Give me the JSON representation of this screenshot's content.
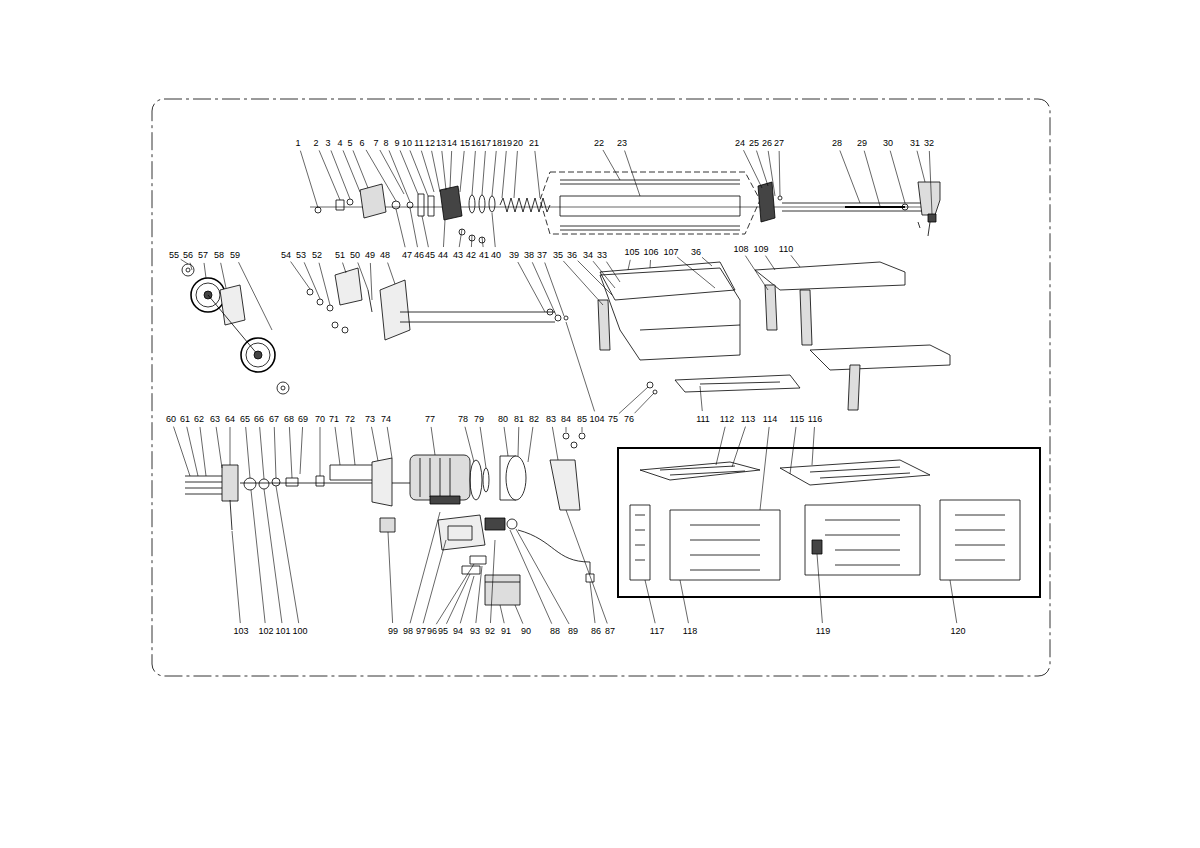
{
  "diagram": {
    "labels": [
      "1",
      "2",
      "3",
      "4",
      "5",
      "6",
      "7",
      "8",
      "9",
      "10",
      "11",
      "12",
      "13",
      "14",
      "15",
      "16",
      "17",
      "18",
      "19",
      "20",
      "21",
      "22",
      "23",
      "24",
      "25",
      "26",
      "27",
      "28",
      "29",
      "30",
      "31",
      "32",
      "47",
      "46",
      "45",
      "44",
      "43",
      "42",
      "41",
      "40",
      "55",
      "56",
      "57",
      "58",
      "59",
      "54",
      "53",
      "52",
      "51",
      "50",
      "49",
      "48",
      "39",
      "38",
      "37",
      "35",
      "36",
      "34",
      "33",
      "105",
      "106",
      "107",
      "36",
      "108",
      "109",
      "110",
      "104",
      "75",
      "76",
      "111",
      "60",
      "61",
      "62",
      "63",
      "64",
      "65",
      "66",
      "67",
      "68",
      "69",
      "70",
      "71",
      "72",
      "73",
      "74",
      "77",
      "78",
      "79",
      "80",
      "81",
      "82",
      "83",
      "84",
      "85",
      "112",
      "113",
      "114",
      "115",
      "116",
      "103",
      "102",
      "101",
      "100",
      "99",
      "98",
      "97",
      "96",
      "95",
      "94",
      "93",
      "92",
      "91",
      "90",
      "88",
      "89",
      "86",
      "87",
      "117",
      "118",
      "119",
      "120"
    ]
  }
}
